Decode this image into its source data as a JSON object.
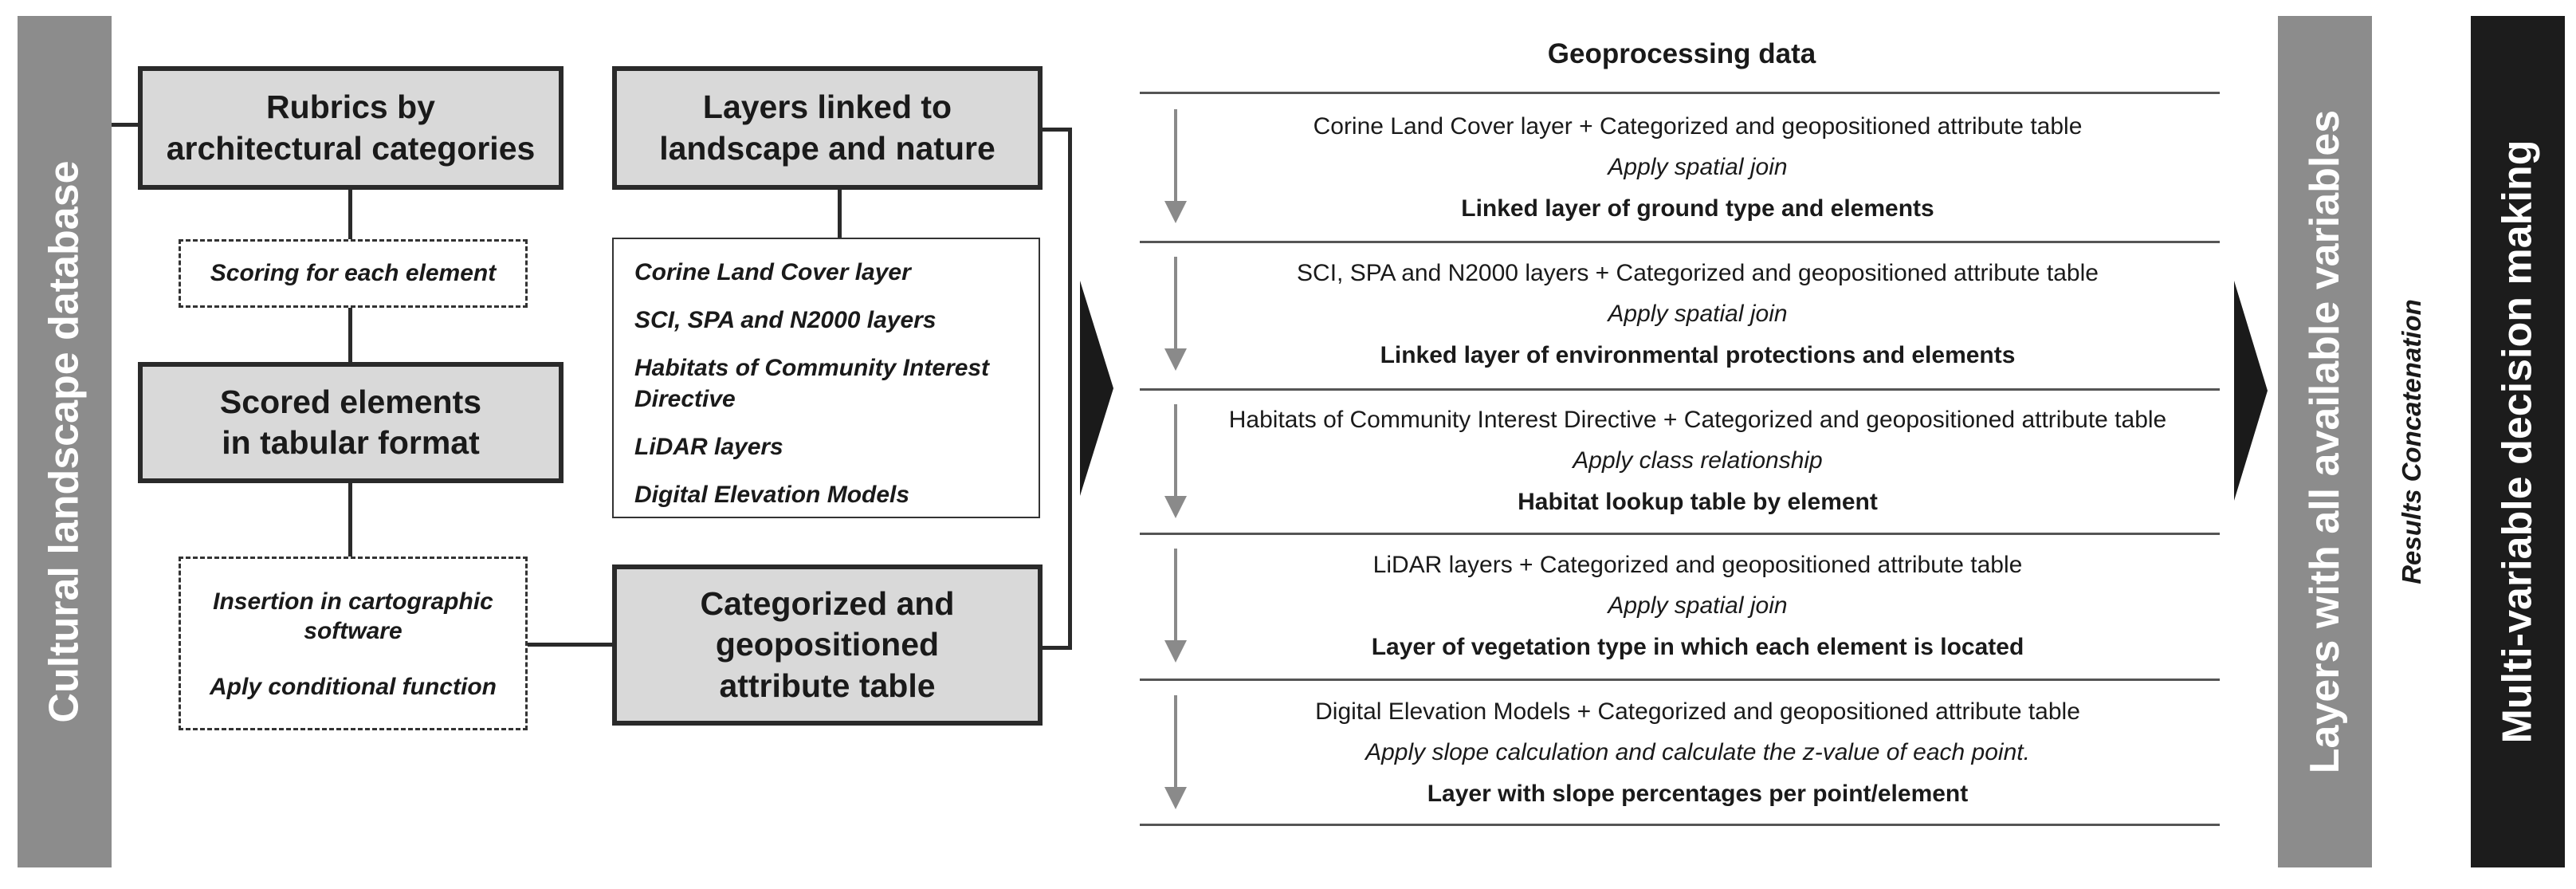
{
  "left_bar": {
    "label": "Cultural landscape database"
  },
  "boxes": {
    "rubrics": "Rubrics by\narchitectural categories",
    "scoring": "Scoring for each element",
    "scored": "Scored elements\nin tabular format",
    "insertion": "Insertion in cartographic\nsoftware",
    "conditional": "Aply conditional function",
    "layers_nature": "Layers linked to\nlandscape and nature",
    "categorized": "Categorized and\ngeopositioned\nattribute table"
  },
  "layer_list": [
    "Corine Land Cover layer",
    "SCI, SPA and N2000 layers",
    "Habitats of Community Interest Directive",
    "LiDAR layers",
    "Digital Elevation Models"
  ],
  "geoprocessing": {
    "title": "Geoprocessing data",
    "rows": [
      {
        "input": "Corine Land Cover layer + Categorized and geopositioned attribute table",
        "operation": "Apply spatial join",
        "output": "Linked layer of ground type and elements"
      },
      {
        "input": "SCI, SPA and N2000 layers + Categorized and geopositioned attribute table",
        "operation": "Apply spatial join",
        "output": "Linked layer of environmental protections and elements"
      },
      {
        "input": "Habitats of Community Interest Directive + Categorized and geopositioned attribute table",
        "operation": "Apply class relationship",
        "output": "Habitat lookup table by element"
      },
      {
        "input": "LiDAR layers + Categorized and geopositioned attribute table",
        "operation": "Apply spatial join",
        "output": "Layer of vegetation type in which each element is located"
      },
      {
        "input": "Digital Elevation Models + Categorized and geopositioned attribute table",
        "operation": "Apply slope calculation and calculate the z-value of each point.",
        "output": "Layer with slope percentages per point/element"
      }
    ]
  },
  "right_bars": {
    "layers_all": "Layers with all available variables",
    "results": "Results Concatenation",
    "decision": "Multi-variable decision making"
  },
  "colors": {
    "side_bar_gray": "#8c8c8c",
    "box_fill": "#d9d9d9",
    "dark_bar": "#1c1c1c"
  }
}
